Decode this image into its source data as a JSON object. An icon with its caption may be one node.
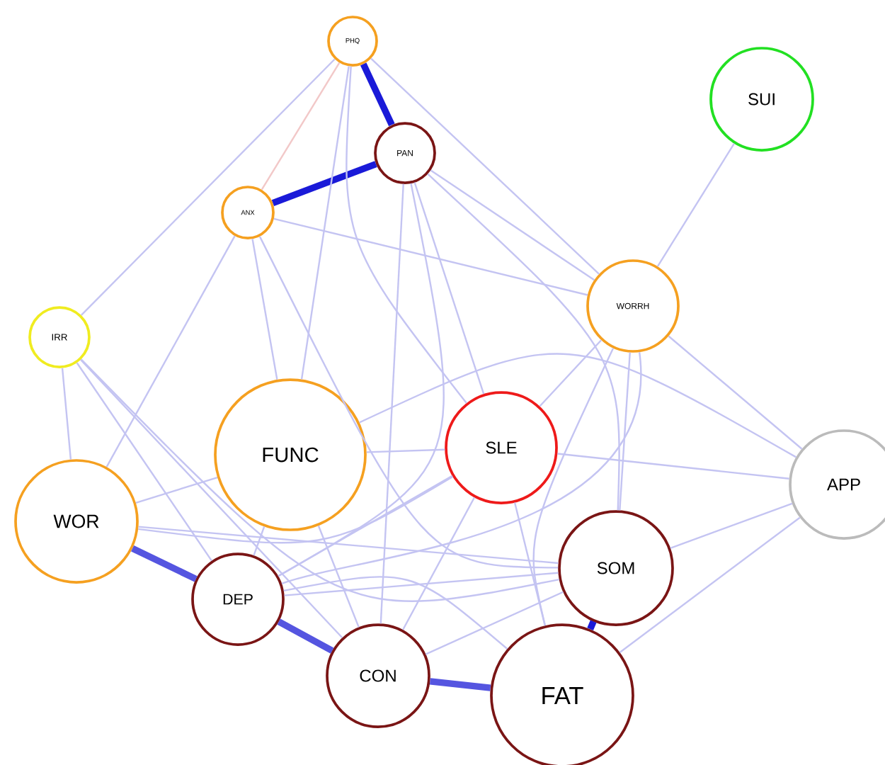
{
  "diagram": {
    "nodes": [
      {
        "text": [
          "PHQ"
        ]
      },
      {
        "text": [
          "PAN"
        ]
      },
      {
        "text": [
          "ANX"
        ]
      },
      {
        "text": [
          "SUI"
        ]
      },
      {
        "text": [
          "WORRH"
        ]
      },
      {
        "text": [
          "IRR"
        ]
      },
      {
        "text": [
          "FUNC"
        ]
      },
      {
        "text": [
          "SLE"
        ]
      },
      {
        "text": [
          "APP"
        ]
      },
      {
        "text": [
          "WOR"
        ]
      },
      {
        "text": [
          "DEP"
        ]
      },
      {
        "text": [
          "SOM"
        ]
      },
      {
        "text": [
          "CON"
        ]
      },
      {
        "text": [
          "FAT"
        ]
      }
    ],
    "edges": [
      {
        "from": 0,
        "to": 1,
        "arrow": "none",
        "style": "thick",
        "color": "#1a1ad8"
      },
      {
        "from": 1,
        "to": 2,
        "arrow": "none",
        "style": "thick",
        "color": "#1a1ad8"
      },
      {
        "from": 0,
        "to": 2,
        "arrow": "none",
        "color": "#f2c8c8"
      },
      {
        "from": 0,
        "to": 5,
        "arrow": "none"
      },
      {
        "from": 0,
        "to": 4,
        "arrow": "none"
      },
      {
        "from": 0,
        "to": 7,
        "arrow": "none"
      },
      {
        "from": 0,
        "to": 6,
        "arrow": "none"
      },
      {
        "from": 1,
        "to": 4,
        "arrow": "none"
      },
      {
        "from": 1,
        "to": 7,
        "arrow": "none"
      },
      {
        "from": 1,
        "to": 12,
        "arrow": "none"
      },
      {
        "from": 1,
        "to": 10,
        "arrow": "none"
      },
      {
        "from": 1,
        "to": 11,
        "arrow": "none"
      },
      {
        "from": 2,
        "to": 9,
        "arrow": "none"
      },
      {
        "from": 2,
        "to": 4,
        "arrow": "none"
      },
      {
        "from": 2,
        "to": 11,
        "arrow": "none"
      },
      {
        "from": 2,
        "to": 6,
        "arrow": "none"
      },
      {
        "from": 3,
        "to": 4,
        "arrow": "none"
      },
      {
        "from": 4,
        "to": 7,
        "arrow": "none"
      },
      {
        "from": 4,
        "to": 10,
        "arrow": "none"
      },
      {
        "from": 4,
        "to": 11,
        "arrow": "none"
      },
      {
        "from": 4,
        "to": 13,
        "arrow": "none"
      },
      {
        "from": 4,
        "to": 8,
        "arrow": "none"
      },
      {
        "from": 5,
        "to": 9,
        "arrow": "none"
      },
      {
        "from": 5,
        "to": 10,
        "arrow": "none"
      },
      {
        "from": 5,
        "to": 12,
        "arrow": "none"
      },
      {
        "from": 5,
        "to": 11,
        "arrow": "none"
      },
      {
        "from": 6,
        "to": 9,
        "arrow": "none"
      },
      {
        "from": 6,
        "to": 12,
        "arrow": "none"
      },
      {
        "from": 6,
        "to": 7,
        "arrow": "none"
      },
      {
        "from": 6,
        "to": 10,
        "arrow": "none"
      },
      {
        "from": 6,
        "to": 8,
        "arrow": "none"
      },
      {
        "from": 7,
        "to": 8,
        "arrow": "none"
      },
      {
        "from": 7,
        "to": 10,
        "arrow": "none"
      },
      {
        "from": 7,
        "to": 12,
        "arrow": "none"
      },
      {
        "from": 7,
        "to": 13,
        "arrow": "none"
      },
      {
        "from": 7,
        "to": 9,
        "arrow": "none"
      },
      {
        "from": 9,
        "to": 10,
        "arrow": "none",
        "style": "thick",
        "color": "#5555e0"
      },
      {
        "from": 9,
        "to": 11,
        "arrow": "none"
      },
      {
        "from": 10,
        "to": 12,
        "arrow": "none",
        "style": "thick",
        "color": "#5555e0"
      },
      {
        "from": 10,
        "to": 11,
        "arrow": "none"
      },
      {
        "from": 10,
        "to": 13,
        "arrow": "none"
      },
      {
        "from": 12,
        "to": 13,
        "arrow": "none",
        "style": "thick",
        "color": "#5555e0"
      },
      {
        "from": 12,
        "to": 11,
        "arrow": "none"
      },
      {
        "from": 11,
        "to": 13,
        "arrow": "none",
        "style": "thick",
        "color": "#1a1ad8"
      },
      {
        "from": 11,
        "to": 8,
        "arrow": "none"
      },
      {
        "from": 13,
        "to": 8,
        "arrow": "none"
      }
    ]
  }
}
